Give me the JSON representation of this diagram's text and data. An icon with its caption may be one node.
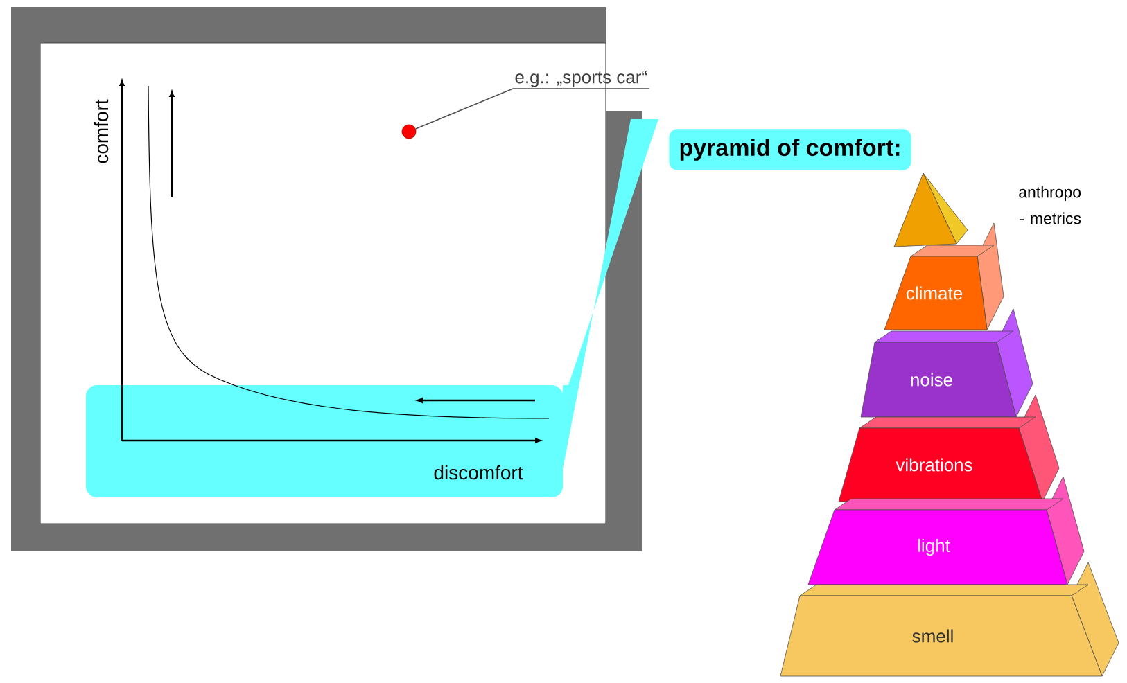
{
  "diagram": {
    "nodes": [
      {
        "text": [
          "e.g.: „sports car“"
        ]
      },
      {
        "text": [],
        "shape": "circle"
      },
      {
        "text": [
          "pyramid of comfort:"
        ]
      },
      {
        "text": [],
        "shape": "triangle"
      },
      {
        "text": [
          "climate"
        ]
      },
      {
        "text": [
          "noise"
        ]
      },
      {
        "text": [
          "vibrations"
        ]
      },
      {
        "text": [
          "light"
        ]
      },
      {
        "text": [
          "smell"
        ]
      }
    ],
    "edges": [
      {
        "from": 0,
        "to": 1,
        "arrow": "none"
      }
    ],
    "labels": [
      "comfort",
      "discomfort",
      "anthropo - metrics"
    ]
  }
}
